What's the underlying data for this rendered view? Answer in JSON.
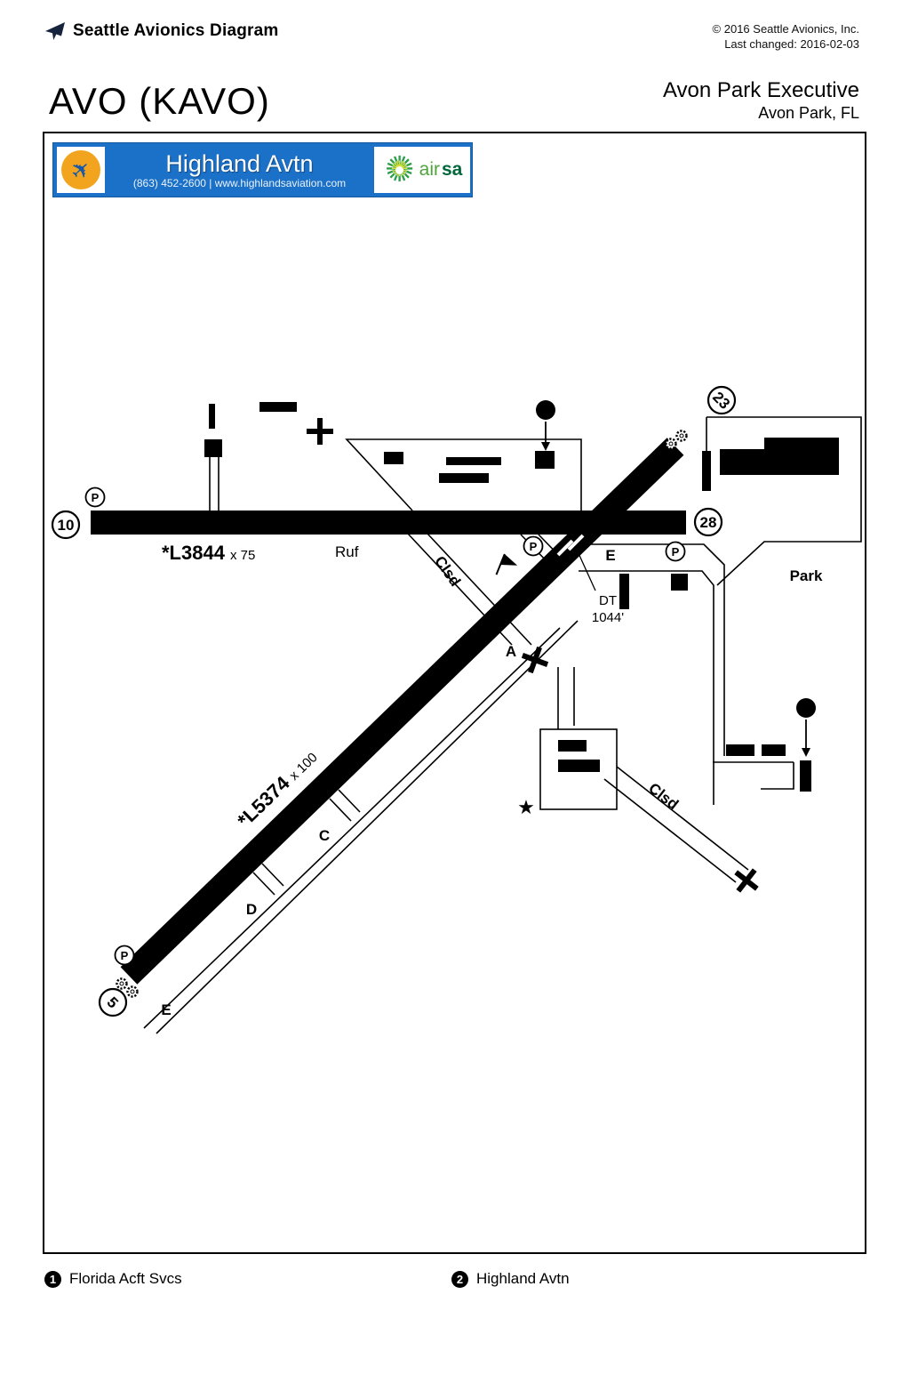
{
  "header": {
    "brand": "Seattle Avionics Diagram",
    "copyright": "© 2016 Seattle Avionics, Inc.",
    "last_changed": "Last changed: 2016-02-03"
  },
  "airport": {
    "code": "AVO (KAVO)",
    "name": "Avon Park Executive",
    "location": "Avon Park, FL"
  },
  "ad_banner": {
    "fbo_name": "Highland Avtn",
    "contact": "(863) 452-2600 | www.highlandsaviation.com",
    "sponsor": {
      "word1": "air",
      "word2": "sa"
    },
    "colors": {
      "banner_blue": "#1b70c8",
      "circle_orange": "#f2a41e",
      "bp_green": "#2e9e4b",
      "bp_dark_green": "#00693c"
    }
  },
  "diagram": {
    "runway_10_28": {
      "id_left": "10",
      "id_right": "28",
      "size_bold": "*L3844",
      "size_dim": "x 75",
      "surface": "Ruf"
    },
    "runway_5_23": {
      "id_low": "5",
      "id_high": "23",
      "size_bold": "*L5374",
      "size_dim": "x 100"
    },
    "taxiway_a": "A",
    "taxiway_c": "C",
    "taxiway_d": "D",
    "taxiway_e_mid": "E",
    "taxiway_e_end": "E",
    "closed_1": "Clsd",
    "closed_2": "Clsd",
    "parking_p": "P",
    "displaced_threshold": {
      "line1": "DT",
      "line2": "1044'"
    },
    "park_label": "Park",
    "marker_1": "1",
    "marker_2": "2"
  },
  "legend": {
    "items": [
      {
        "num": "1",
        "label": "Florida Acft Svcs"
      },
      {
        "num": "2",
        "label": "Highland Avtn"
      }
    ]
  },
  "icons": {
    "star": "★",
    "plane": "✈"
  }
}
